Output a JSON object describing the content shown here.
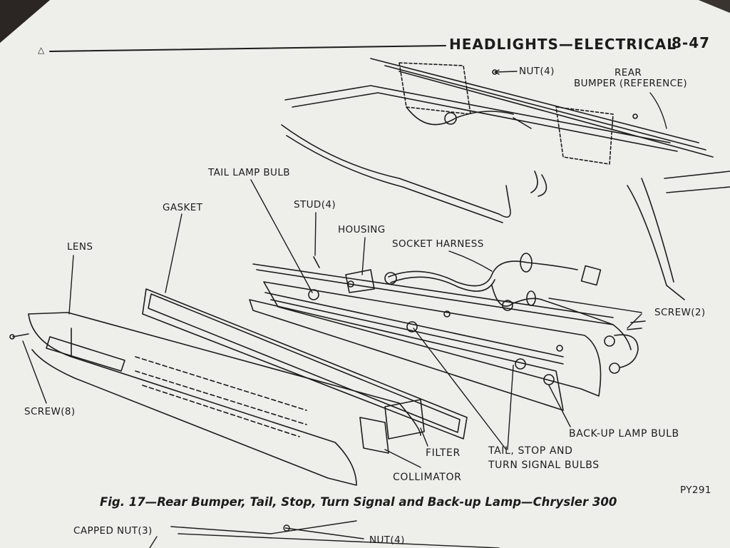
{
  "header": {
    "title": "HEADLIGHTS—ELECTRICAL",
    "page_number": "8-47",
    "marker": "△"
  },
  "labels": {
    "nut_top": "NUT(4)",
    "rear_bumper_1": "REAR",
    "rear_bumper_2": "BUMPER (REFERENCE)",
    "tail_lamp_bulb": "TAIL LAMP BULB",
    "gasket": "GASKET",
    "stud": "STUD(4)",
    "housing": "HOUSING",
    "socket_harness": "SOCKET HARNESS",
    "lens": "LENS",
    "screw_2": "SCREW(2)",
    "screw_8": "SCREW(8)",
    "back_up_lamp_bulb": "BACK-UP LAMP BULB",
    "filter": "FILTER",
    "tail_stop_1": "TAIL, STOP AND",
    "tail_stop_2": "TURN SIGNAL BULBS",
    "collimator": "COLLIMATOR",
    "code": "PY291",
    "capped_nut": "CAPPED NUT(3)",
    "nut_bottom": "NUT(4)"
  },
  "caption": "Fig. 17—Rear Bumper, Tail, Stop, Turn Signal and Back-up Lamp—Chrysler 300",
  "colors": {
    "paper": "#eeeeeb",
    "ink": "#1c1c1c",
    "desk": "#2b2624"
  }
}
